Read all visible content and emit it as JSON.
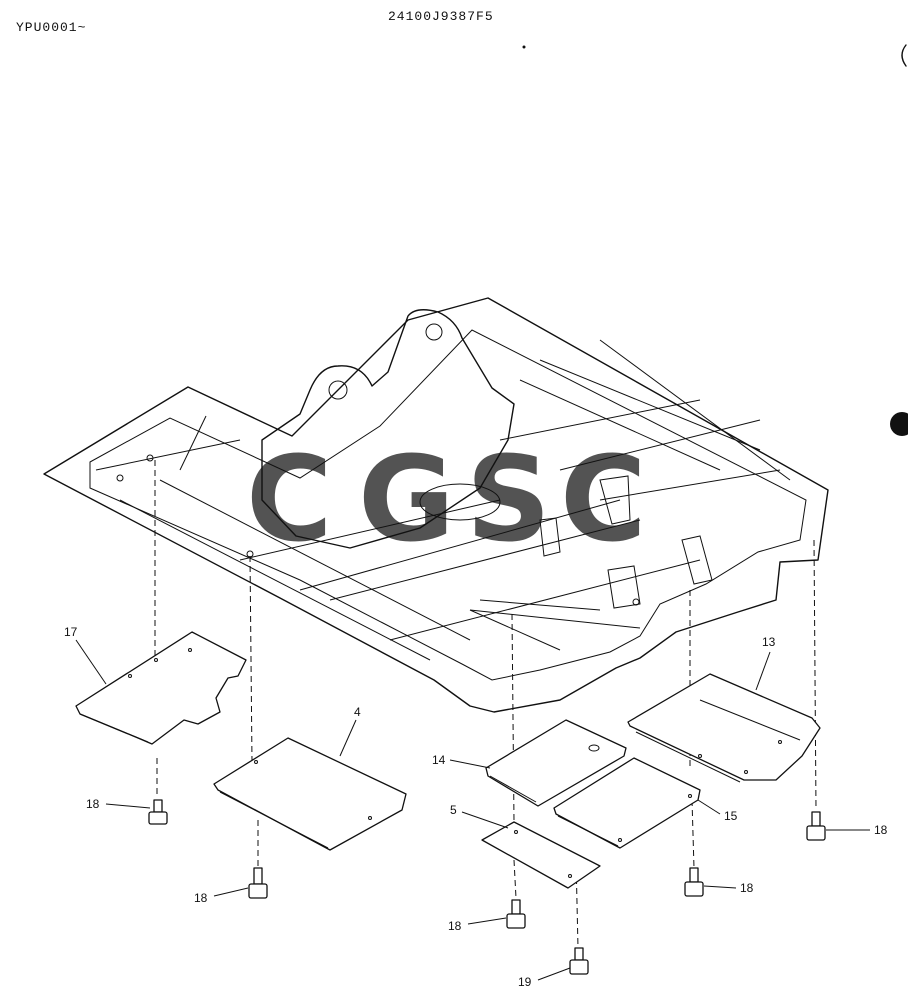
{
  "header": {
    "code_left": "YPU0001~",
    "code_center": "24100J9387F5"
  },
  "watermark": {
    "letters": [
      "C",
      "G",
      "S",
      "C"
    ],
    "colors": [
      "#5b9cf6",
      "#ef6f6a",
      "#f7d04a",
      "#3fae76"
    ]
  },
  "callouts": {
    "c17": "17",
    "c4": "4",
    "c14": "14",
    "c5": "5",
    "c13": "13",
    "c15": "15",
    "c18_a": "18",
    "c18_b": "18",
    "c18_c": "18",
    "c18_d": "18",
    "c18_e": "18",
    "c19": "19"
  }
}
